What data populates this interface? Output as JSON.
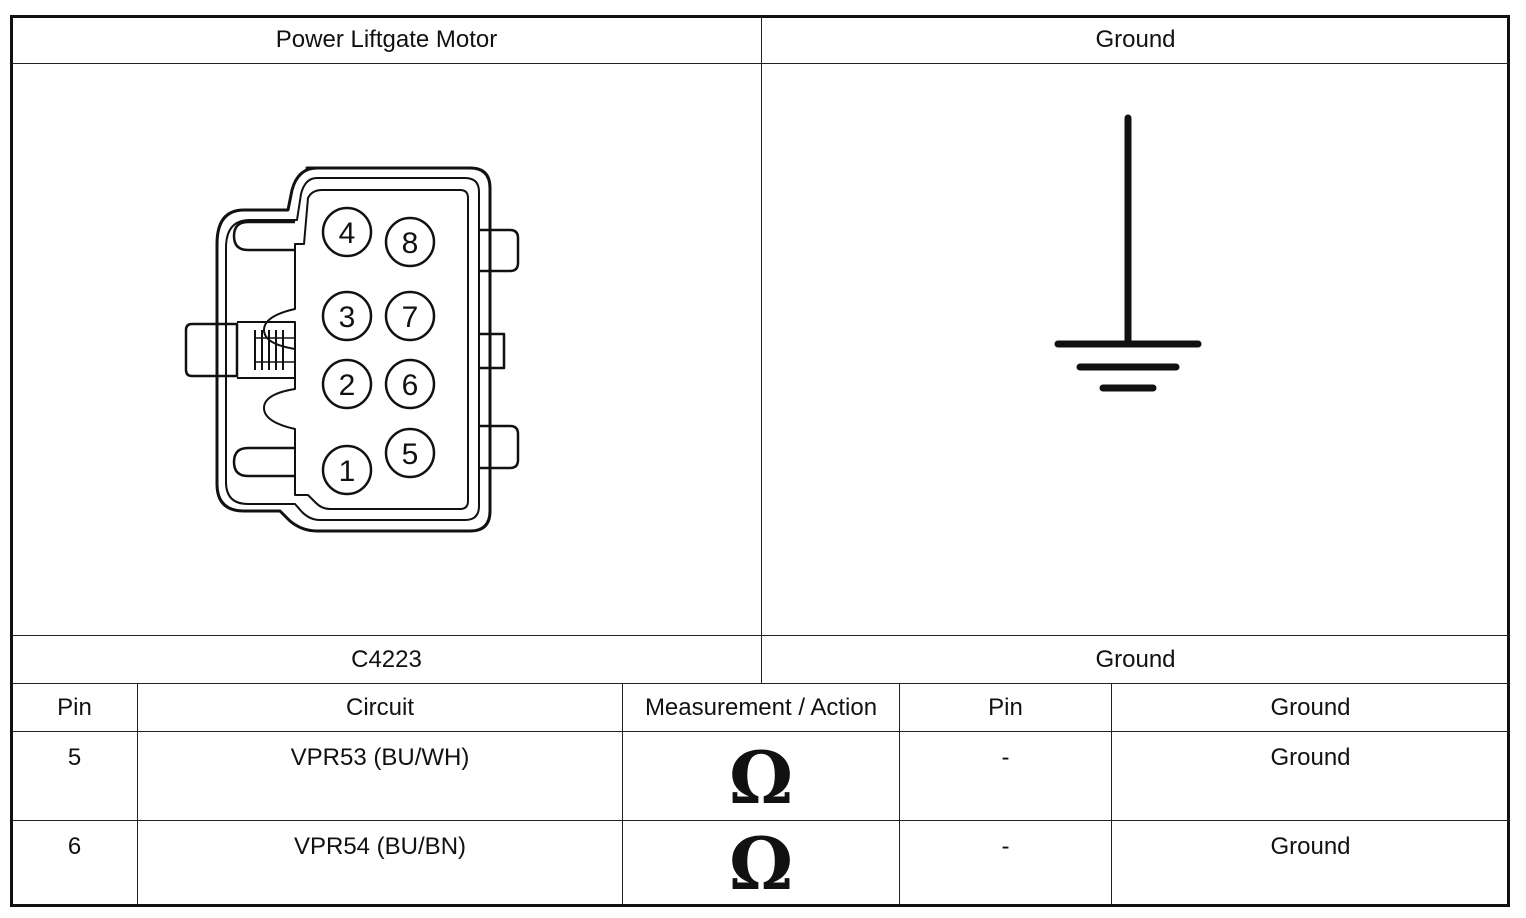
{
  "headers": {
    "left_component": "Power Liftgate Motor",
    "right_component": "Ground",
    "left_connector": "C4223",
    "right_connector": "Ground"
  },
  "connector": {
    "pins": [
      "1",
      "2",
      "3",
      "4",
      "5",
      "6",
      "7",
      "8"
    ]
  },
  "table": {
    "columns": [
      "Pin",
      "Circuit",
      "Measurement / Action",
      "Pin",
      "Ground"
    ],
    "rows": [
      {
        "pin": "5",
        "circuit": "VPR53 (BU/WH)",
        "measurement": "Ω",
        "pin2": "-",
        "ground": "Ground"
      },
      {
        "pin": "6",
        "circuit": "VPR54 (BU/BN)",
        "measurement": "Ω",
        "pin2": "-",
        "ground": "Ground"
      }
    ]
  }
}
